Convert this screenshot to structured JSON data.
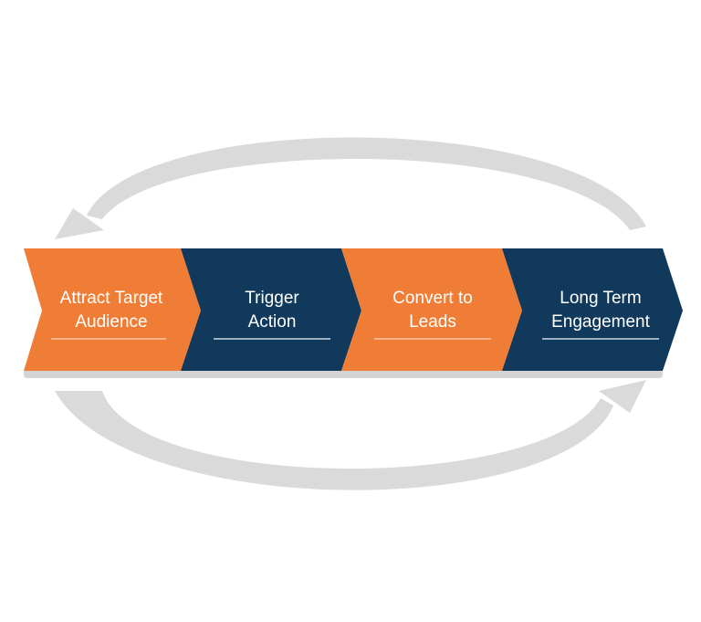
{
  "diagram": {
    "steps": [
      {
        "line1": "Attract Target",
        "line2": "Audience",
        "color": "#F07D35"
      },
      {
        "line1": "Trigger",
        "line2": "Action",
        "color": "#11395C"
      },
      {
        "line1": "Convert to",
        "line2": "Leads",
        "color": "#F07D35"
      },
      {
        "line1": "Long Term",
        "line2": "Engagement",
        "color": "#11395C"
      }
    ],
    "colors": {
      "orange": "#F07D35",
      "navy": "#11395C",
      "cycle_arrow": "#DADADA",
      "shadow": "#D4D4D4",
      "underline": "#9BB0C4"
    },
    "cycle": {
      "top_arrow_direction": "right-to-left",
      "bottom_arrow_direction": "left-to-right"
    }
  }
}
